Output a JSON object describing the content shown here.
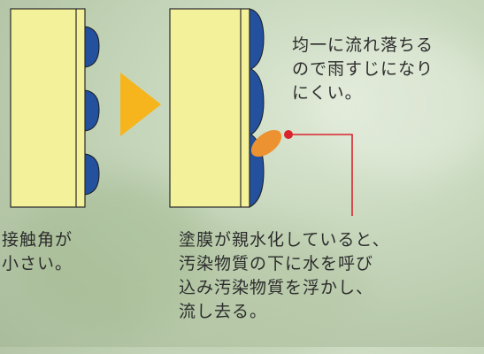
{
  "captions": {
    "left": [
      "接触角が",
      "小さい。"
    ],
    "bottom": [
      "塗膜が親水化していると、",
      "汚染物質の下に水を呼び",
      "込み汚染物質を浮かし、",
      "流し去る。"
    ],
    "right": [
      "均一に流れ落ちる",
      "ので雨すじになり",
      "にくい。"
    ]
  },
  "colors": {
    "panel_fill": "#f4f19b",
    "panel_stroke": "#2a2a2a",
    "water_drop": "#23519e",
    "dirt_particle": "#ec9230",
    "arrow": "#f6b51d",
    "callout_line": "#d9232d"
  }
}
